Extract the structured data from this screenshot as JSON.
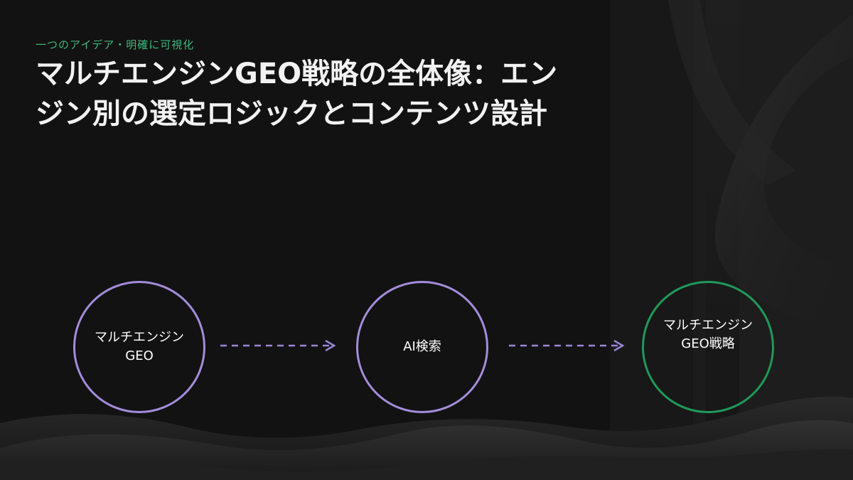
{
  "eyebrow": "一つのアイデア・明確に可視化",
  "title": "マルチエンジンGEO戦略の全体像：エンジン別の選定ロジックとコンテンツ設計",
  "nodes": [
    {
      "label": "マルチエンジン\nGEO"
    },
    {
      "label": "AI検索"
    },
    {
      "label": "マルチエンジン\nGEO戦略"
    }
  ],
  "colors": {
    "background": "#121212",
    "accent_green": "#3fb87a",
    "node_purple": "#a48cdb",
    "node_green": "#1f9a5a",
    "arrow": "#9b86d6",
    "title": "#f2f2f2"
  }
}
